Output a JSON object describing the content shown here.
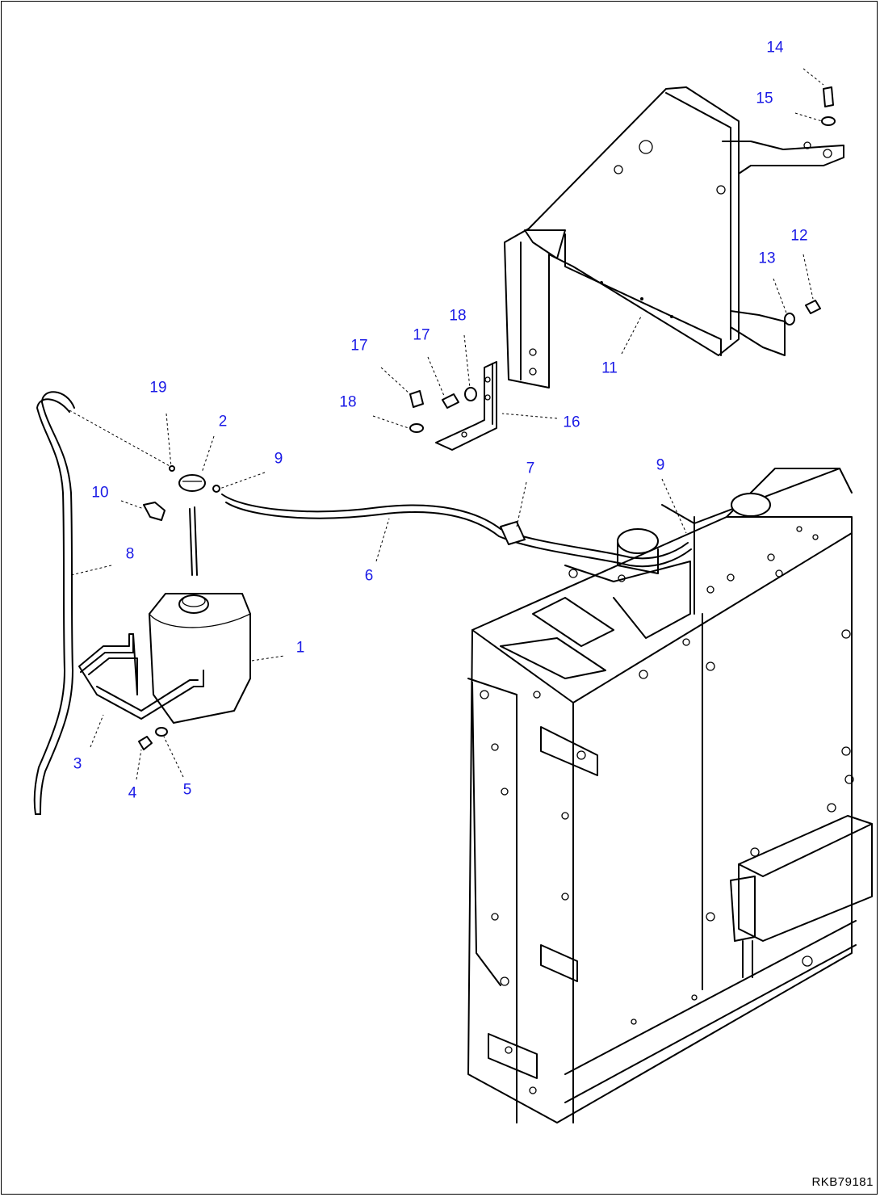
{
  "diagram": {
    "drawing_code": "RKB79181",
    "callouts": {
      "c1": "1",
      "c2": "2",
      "c3": "3",
      "c4": "4",
      "c5": "5",
      "c6": "6",
      "c7": "7",
      "c8": "8",
      "c9a": "9",
      "c9b": "9",
      "c10": "10",
      "c11": "11",
      "c12": "12",
      "c13": "13",
      "c14": "14",
      "c15": "15",
      "c16": "16",
      "c17a": "17",
      "c17b": "17",
      "c18a": "18",
      "c18b": "18",
      "c19": "19"
    },
    "colors": {
      "callout": "#1a1ae6",
      "line": "#000000",
      "background": "#ffffff"
    }
  }
}
